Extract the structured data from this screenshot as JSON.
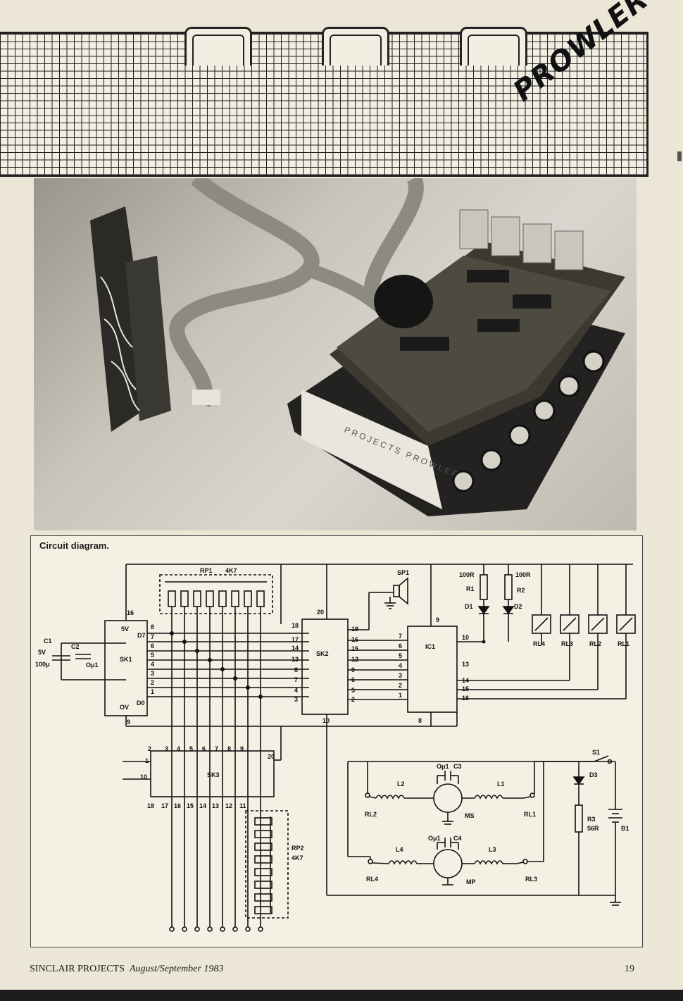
{
  "header": {
    "title": "PROWLER"
  },
  "photo": {
    "box_label": "PROJECTS PROWLER"
  },
  "diagram": {
    "caption": "Circuit diagram.",
    "labels": {
      "rp1": "RP1",
      "rp1_val": "4K7",
      "rp2": "RP2",
      "rp2_val": "4K7",
      "sp1": "SP1",
      "sk1": "SK1",
      "sk2": "SK2",
      "sk3": "SK3",
      "ic1": "IC1",
      "c1": "C1",
      "c1_v": "5V",
      "c1_val": "100μ",
      "c2": "C2",
      "c2_val": "Oμ1",
      "v5": "5V",
      "ov": "OV",
      "d7": "D7",
      "d0": "D0",
      "r1": "R1",
      "r1_val": "100R",
      "r2": "R2",
      "r2_val": "100R",
      "d1": "D1",
      "d2": "D2",
      "rl1": "RL1",
      "rl2": "RL2",
      "rl3": "RL3",
      "rl4": "RL4",
      "s1": "S1",
      "d3": "D3",
      "r3": "R3",
      "r3_val": "56R",
      "b1": "B1",
      "l1": "L1",
      "l2": "L2",
      "l3": "L3",
      "l4": "L4",
      "c3": "C3",
      "c3_val": "Oμ1",
      "c4": "C4",
      "c4_val": "Oμ1",
      "ms": "MS",
      "mp": "MP"
    },
    "pins": {
      "sk1_right": [
        "8",
        "7",
        "6",
        "5",
        "4",
        "3",
        "2",
        "1"
      ],
      "sk1_top": "16",
      "sk1_bottom": "9",
      "sk2_left": [
        "18",
        "17",
        "14",
        "13",
        "8",
        "7",
        "4",
        "3"
      ],
      "sk2_right": [
        "19",
        "16",
        "15",
        "12",
        "9",
        "6",
        "5",
        "2"
      ],
      "sk2_top": "20",
      "sk2_bottom": "10",
      "ic1_left": [
        "7",
        "6",
        "5",
        "4",
        "3",
        "2",
        "1"
      ],
      "ic1_right": [
        "10",
        "13",
        "14",
        "15",
        "16"
      ],
      "ic1_top": "9",
      "ic1_bottom": "8",
      "sk3_top": [
        "2",
        "3",
        "4",
        "5",
        "6",
        "7",
        "8",
        "9"
      ],
      "sk3_left": [
        "1",
        "10"
      ],
      "sk3_right": "20",
      "sk3_bottom": [
        "18",
        "17",
        "16",
        "15",
        "14",
        "13",
        "12",
        "11"
      ]
    }
  },
  "footer": {
    "publication": "SINCLAIR PROJECTS",
    "issue": "August/September 1983",
    "page_number": "19"
  }
}
